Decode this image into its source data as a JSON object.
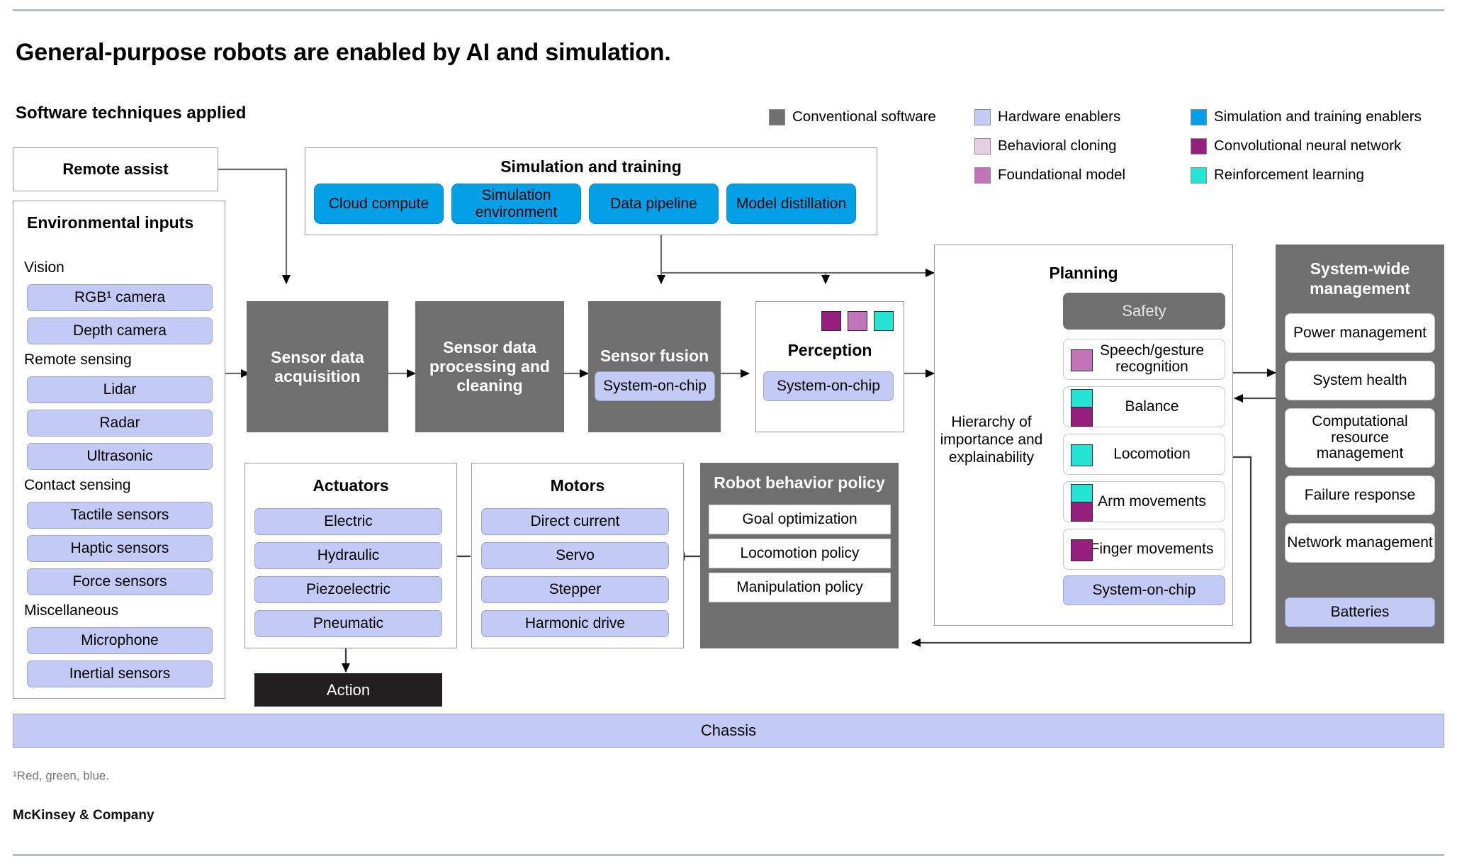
{
  "header": {
    "title": "General-purpose robots are enabled by AI and simulation.",
    "section_title": "Software techniques applied"
  },
  "legend": {
    "items": [
      {
        "label": "Conventional software",
        "color": "#6f6f6f"
      },
      {
        "label": "Hardware enablers",
        "color": "#c3cbf5"
      },
      {
        "label": "Behavioral cloning",
        "color": "#e6cfe3"
      },
      {
        "label": "Foundational model",
        "color": "#c374b8"
      },
      {
        "label": "Simulation and training enablers",
        "color": "#03a0e8"
      },
      {
        "label": "Convolutional neural network",
        "color": "#961f7e"
      },
      {
        "label": "Reinforcement learning",
        "color": "#26e4d4"
      }
    ]
  },
  "remote_assist": {
    "title": "Remote assist"
  },
  "environmental_inputs": {
    "title": "Environmental inputs",
    "groups": [
      {
        "label": "Vision",
        "items": [
          "RGB¹ camera",
          "Depth camera"
        ]
      },
      {
        "label": "Remote sensing",
        "items": [
          "Lidar",
          "Radar",
          "Ultrasonic"
        ]
      },
      {
        "label": "Contact sensing",
        "items": [
          "Tactile sensors",
          "Haptic sensors",
          "Force sensors"
        ]
      },
      {
        "label": "Miscellaneous",
        "items": [
          "Microphone",
          "Inertial sensors"
        ]
      }
    ]
  },
  "simulation_training": {
    "title": "Simulation and training",
    "items": [
      "Cloud compute",
      "Simulation environment",
      "Data pipeline",
      "Model distillation"
    ]
  },
  "pipeline": {
    "sensor_data_acquisition": "Sensor data acquisition",
    "sensor_data_processing": "Sensor data processing and cleaning",
    "sensor_fusion": {
      "title": "Sensor fusion",
      "chip": "System-on-chip"
    },
    "perception": {
      "title": "Perception",
      "chip": "System-on-chip",
      "swatches": [
        "#961f7e",
        "#c374b8",
        "#26e4d4"
      ]
    }
  },
  "planning": {
    "title": "Planning",
    "axis_label": "Hierarchy of importance and explainability",
    "safety": "Safety",
    "items": [
      {
        "label": "Speech/gesture recognition",
        "swatches": [
          "#c374b8"
        ]
      },
      {
        "label": "Balance",
        "swatches": [
          "#26e4d4",
          "#961f7e"
        ]
      },
      {
        "label": "Locomotion",
        "swatches": [
          "#26e4d4"
        ]
      },
      {
        "label": "Arm movements",
        "swatches": [
          "#26e4d4",
          "#961f7e"
        ]
      },
      {
        "label": "Finger movements",
        "swatches": [
          "#961f7e"
        ]
      }
    ],
    "chip": "System-on-chip"
  },
  "system_wide": {
    "title": "System-wide management",
    "items": [
      "Power management",
      "System health",
      "Computational resource management",
      "Failure response",
      "Network management"
    ],
    "battery": "Batteries"
  },
  "actuators": {
    "title": "Actuators",
    "items": [
      "Electric",
      "Hydraulic",
      "Piezoelectric",
      "Pneumatic"
    ]
  },
  "motors": {
    "title": "Motors",
    "items": [
      "Direct current",
      "Servo",
      "Stepper",
      "Harmonic drive"
    ]
  },
  "robot_behavior_policy": {
    "title": "Robot behavior policy",
    "items": [
      "Goal optimization",
      "Locomotion policy",
      "Manipulation policy"
    ]
  },
  "action": {
    "label": "Action"
  },
  "chassis": {
    "label": "Chassis"
  },
  "footnote": "¹Red, green, blue.",
  "source": "McKinsey & Company"
}
